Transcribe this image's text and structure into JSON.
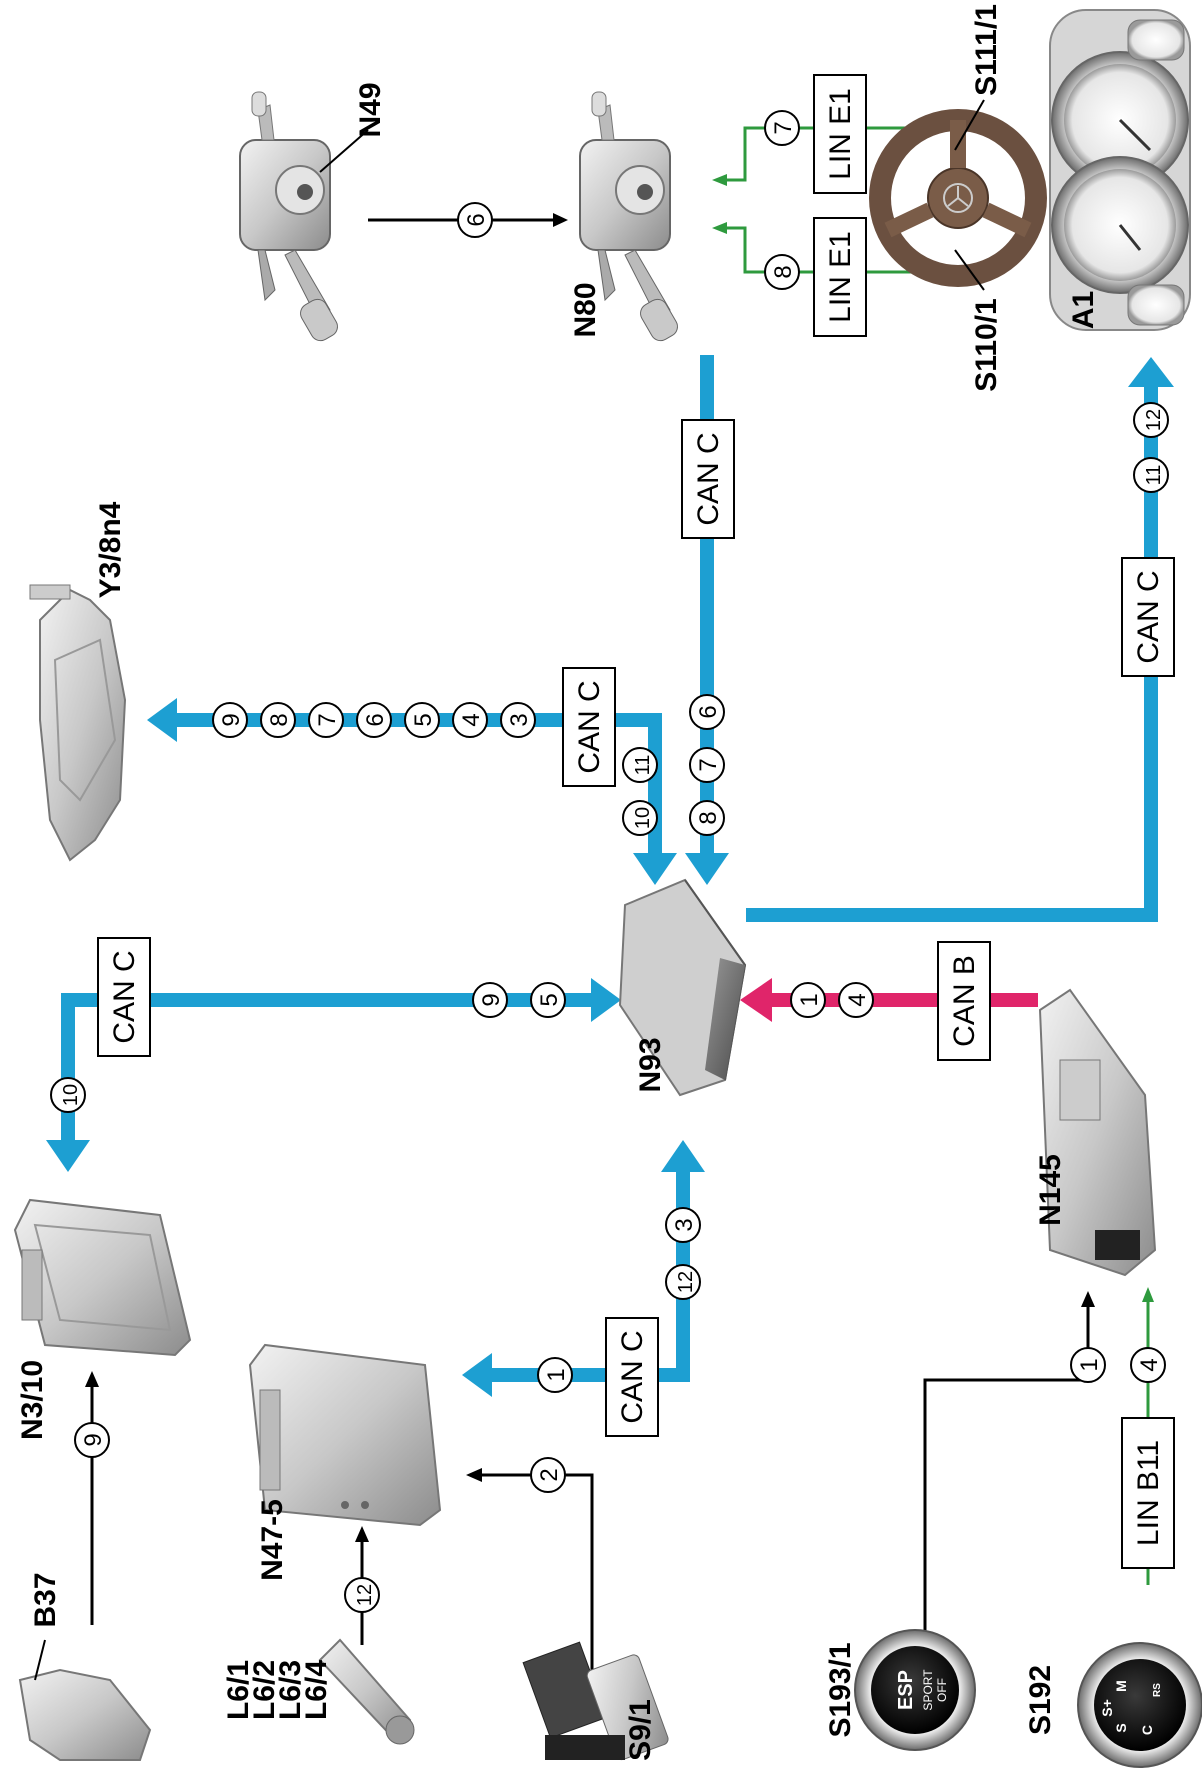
{
  "components": {
    "N49": "N49",
    "N80": "N80",
    "S111_1": "S111/1",
    "S110_1": "S110/1",
    "A1": "A1",
    "Y3_8n4": "Y3/8n4",
    "N93": "N93",
    "N3_10": "N3/10",
    "N47_5": "N47-5",
    "N145": "N145",
    "B37": "B37",
    "L6": "L6/1\nL6/2\nL6/3\nL6/4",
    "S9_1": "S9/1",
    "S193_1": "S193/1",
    "S192": "S192"
  },
  "bus_labels": {
    "can_c": "CAN C",
    "can_b": "CAN B",
    "lin_e1": "LIN E1",
    "lin_b11": "LIN B11"
  },
  "button_text": {
    "esp_main": "ESP",
    "esp_sub1": "SPORT",
    "esp_sub2": "OFF",
    "selector_s": "S",
    "selector_s_plus": "S+",
    "selector_m": "M",
    "selector_c": "C",
    "selector_rs": "RS"
  },
  "signals": {
    "n1": "1",
    "n2": "2",
    "n3": "3",
    "n4": "4",
    "n5": "5",
    "n6": "6",
    "n7": "7",
    "n8": "8",
    "n9": "9",
    "n10": "10",
    "n11": "11",
    "n12": "12"
  },
  "colors": {
    "can_c": "#1d9fd2",
    "can_b": "#e0256a",
    "lin": "#2e9a3e",
    "wire": "#000000"
  }
}
